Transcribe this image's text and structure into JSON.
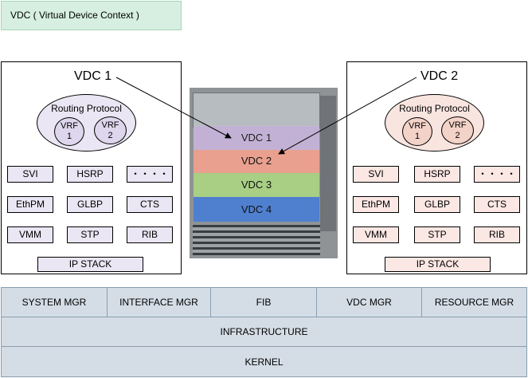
{
  "title": "VDC ( Virtual Device Context )",
  "vdc_left": {
    "name": "VDC 1",
    "routing_protocol": "Routing Protocol",
    "vrfs": [
      {
        "label": "VRF",
        "num": "1"
      },
      {
        "label": "VRF",
        "num": "2"
      }
    ],
    "components": [
      "SVI",
      "HSRP",
      "・・・・",
      "EthPM",
      "GLBP",
      "CTS",
      "VMM",
      "STP",
      "RIB"
    ],
    "ip_stack": "IP STACK"
  },
  "vdc_right": {
    "name": "VDC 2",
    "routing_protocol": "Routing Protocol",
    "vrfs": [
      {
        "label": "VRF",
        "num": "1"
      },
      {
        "label": "VRF",
        "num": "2"
      }
    ],
    "components": [
      "SVI",
      "HSRP",
      "・・・・",
      "EthPM",
      "GLBP",
      "CTS",
      "VMM",
      "STP",
      "RIB"
    ],
    "ip_stack": "IP STACK"
  },
  "chassis_slots": [
    {
      "label": "VDC 1",
      "color": "#c9b5dc"
    },
    {
      "label": "VDC 2",
      "color": "#e9a08f"
    },
    {
      "label": "VDC 3",
      "color": "#a8cf84"
    },
    {
      "label": "VDC 4",
      "color": "#4f7fcf"
    }
  ],
  "managers": [
    "SYSTEM MGR",
    "INTERFACE MGR",
    "FIB",
    "VDC MGR",
    "RESOURCE MGR"
  ],
  "infrastructure": "INFRASTRUCTURE",
  "kernel": "KERNEL",
  "colors": {
    "bar": "#d4dde6",
    "bar_border": "#8a9fb0",
    "title_bg": "#d6efe0"
  }
}
